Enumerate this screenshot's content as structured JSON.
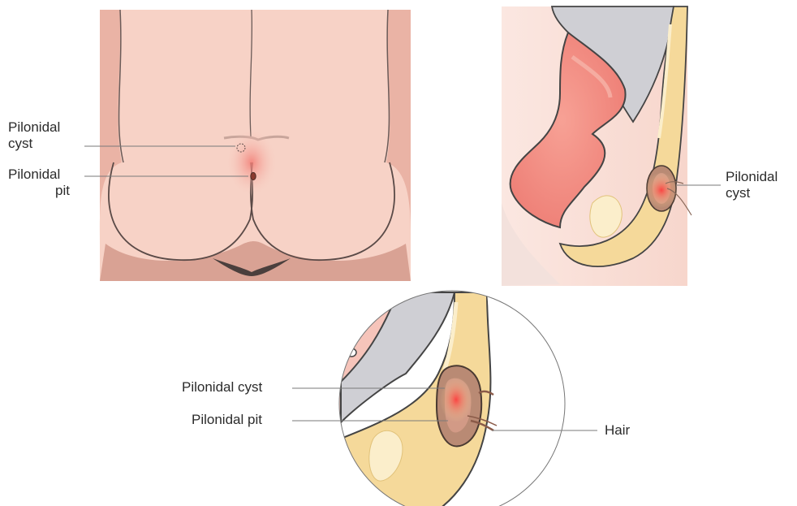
{
  "labels": {
    "back_cyst_line1": "Pilonidal",
    "back_cyst_line2": "cyst",
    "back_pit_line1": "Pilonidal",
    "back_pit_line2": "pit",
    "side_cyst_line1": "Pilonidal",
    "side_cyst_line2": "cyst",
    "zoom_cyst": "Pilonidal cyst",
    "zoom_pit": "Pilonidal pit",
    "zoom_hair": "Hair"
  },
  "colors": {
    "skin": "#f7d2c6",
    "skin_shadow": "#e9b3a5",
    "outline": "#4a4a4a",
    "bone": "#f5d99a",
    "bone_light": "#fbeecb",
    "organ": "#f08f84",
    "organ_light": "#f7b9ae",
    "grey_tissue": "#cfcfd4",
    "cyst": "#b98a74",
    "cyst_core": "#e4524a",
    "leader_line": "#7a7a7a"
  }
}
